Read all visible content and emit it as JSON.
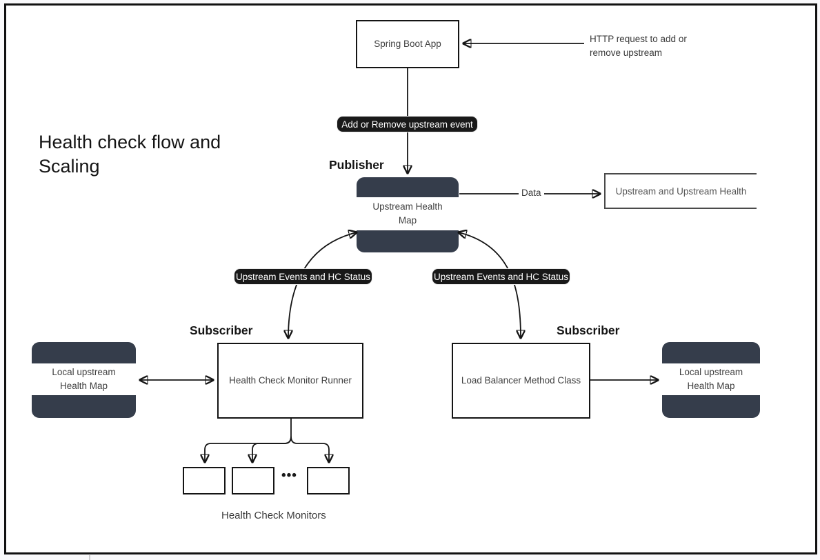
{
  "title": "Health check flow and Scaling",
  "colors": {
    "dark_shape": "#353d4b",
    "badge_background": "#191919",
    "badge_text": "#ffffff",
    "box_border": "#141414",
    "muted_box_border": "#4a4a4a",
    "frame_border": "#111111"
  },
  "nodes": {
    "spring_boot_app": "Spring Boot App",
    "upstream_health_map": "Upstream Health Map",
    "upstream_and_upstream_health": "Upstream and Upstream Health",
    "health_check_monitor_runner": "Health Check Monitor Runner",
    "load_balancer_method_class": "Load Balancer Method Class",
    "local_upstream_health_map_left": "Local upstream Health Map",
    "local_upstream_health_map_right": "Local upstream Health Map"
  },
  "labels": {
    "publisher": "Publisher",
    "subscriber_left": "Subscriber",
    "subscriber_right": "Subscriber",
    "health_check_monitors": "Health Check Monitors",
    "ellipsis": "•••"
  },
  "edges": {
    "http_request_annotation": "HTTP request to add or\nremove upstream",
    "add_remove_event_badge": "Add or Remove upstream event",
    "data_label": "Data",
    "hc_status_left_badge": "Upstream Events and HC Status",
    "hc_status_right_badge": "Upstream Events and HC Status"
  }
}
